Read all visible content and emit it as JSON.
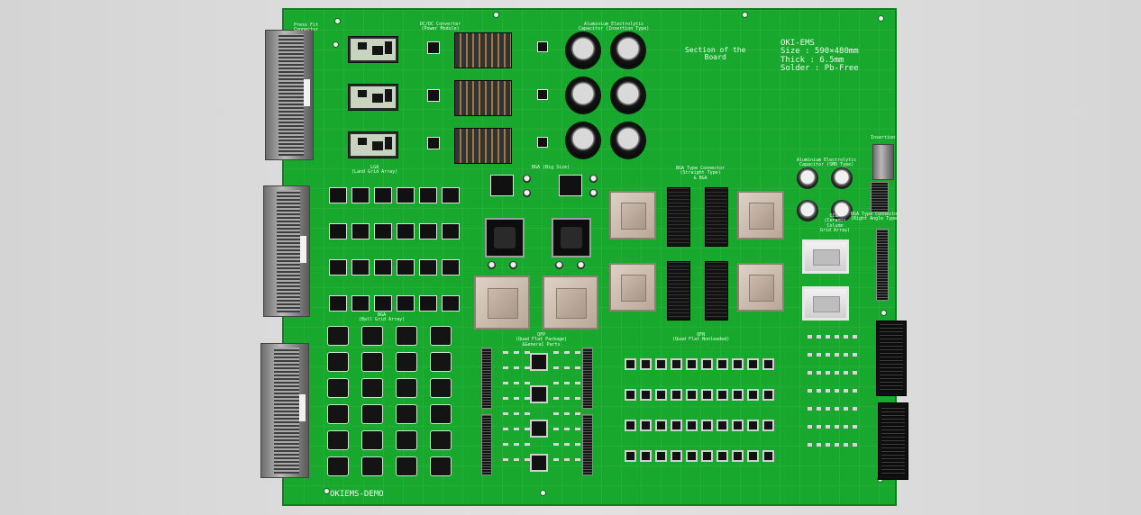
{
  "board": {
    "top_left_label": "Press Fit\nConnector",
    "dcdc_label": "DC/DC Converter\n(Power Module)",
    "alu_label": "Aluminium Electrolytic\nCapacitor (Insertion Type)",
    "section_label": "Section of the\nBoard",
    "spec_label": "OKI-EMS\nSize : 590×480mm\nThick : 6.5mm\nSolder : Pb-Free",
    "insertion_label": "Insertion",
    "lga_label": "LGA\n(Land Grid Array)",
    "bga_big_label": "BGA (Big Size)",
    "bga_conn_label": "BGA Type Connector\n(Straight Type)\n& BGA",
    "alu_smd_label": "Aluminium Electrolytic\nCapacitor (SMD Type)",
    "ccga_label": "CCGA\n(Ceramic\nColumn\nGrid Array)",
    "bga_right_angle_label": "BGA Type Connector\n(Right Angle Type)",
    "bga_label": "BGA\n(Ball Grid Array)",
    "qfp_label": "QFP\n(Quad Flat Package)\n&General Parts",
    "qfn_label": "QFN\n(Quad Flat Nonleaded)",
    "bottom_label": "OKIEMS-DEMO"
  }
}
